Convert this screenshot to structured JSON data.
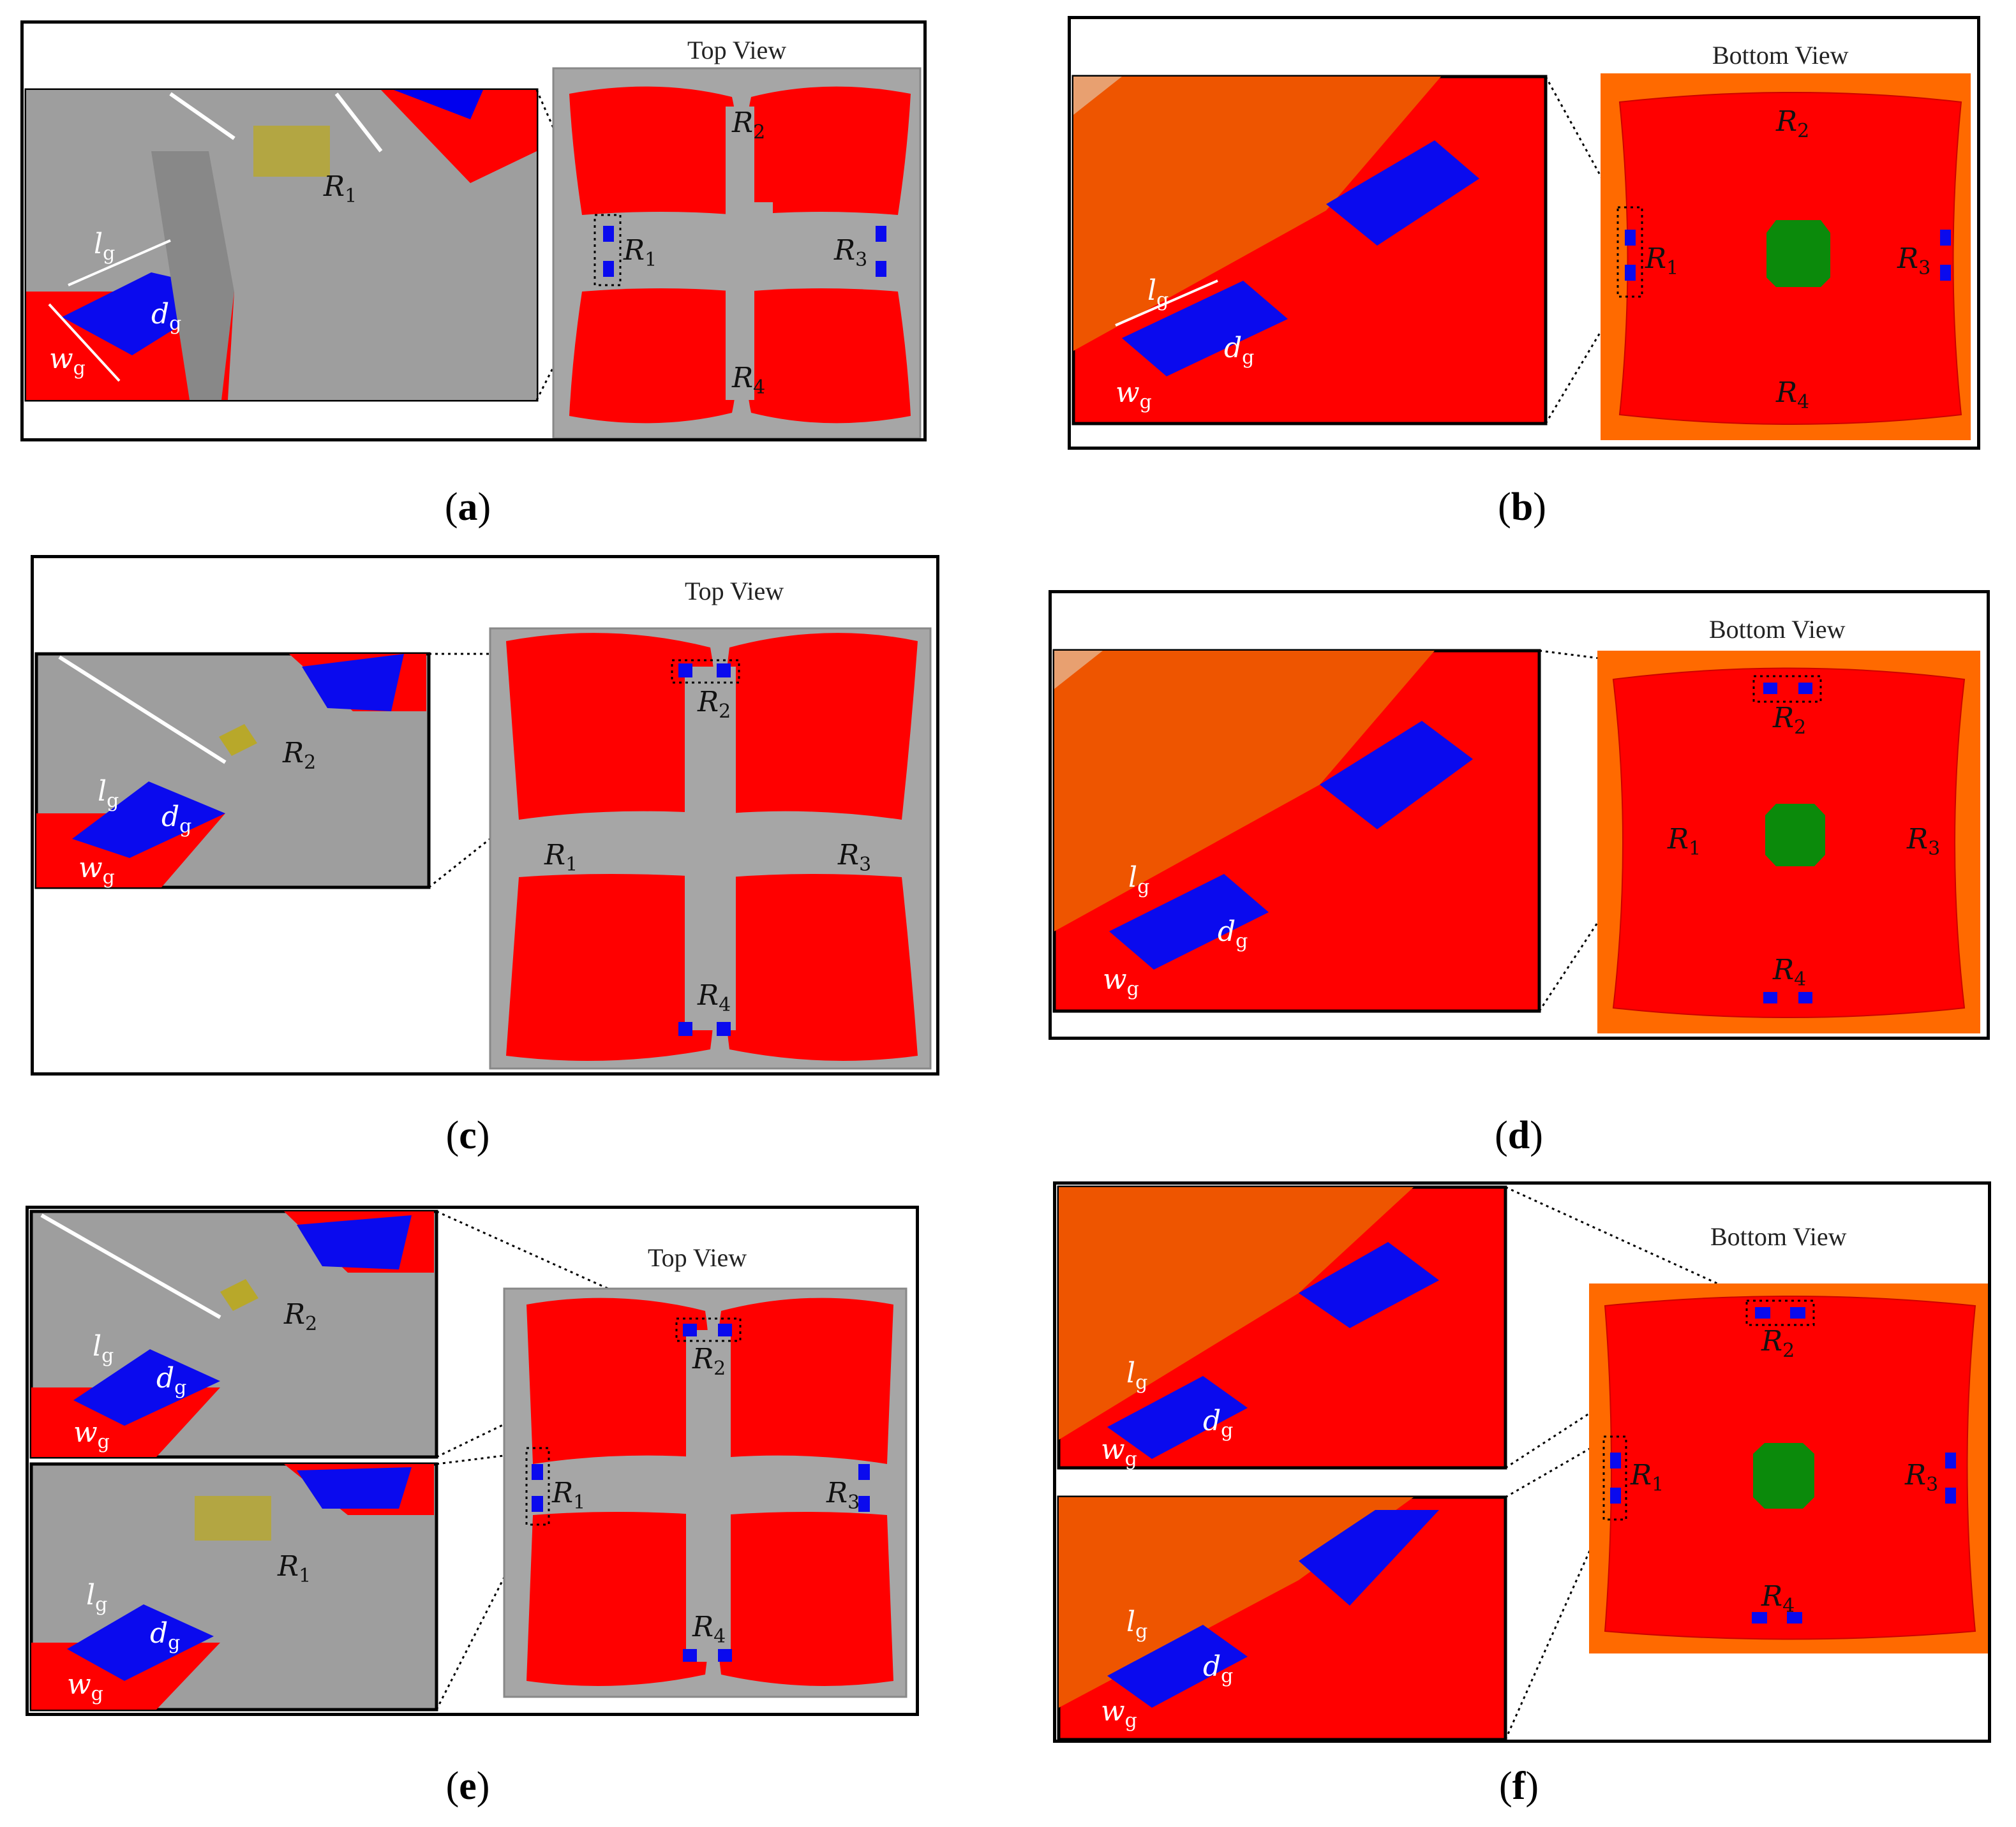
{
  "captions": {
    "a": "a",
    "b": "b",
    "c": "c",
    "d": "d",
    "e": "e",
    "f": "f"
  },
  "views": {
    "top": "Top View",
    "bottom": "Bottom View"
  },
  "resistors": {
    "r1": "R",
    "r2": "R",
    "r3": "R",
    "r4": "R",
    "s1": "1",
    "s2": "2",
    "s3": "3",
    "s4": "4"
  },
  "dims": {
    "l": "l",
    "w": "w",
    "d": "d",
    "sub": "g"
  },
  "colors": {
    "patch": "#ff0000",
    "substrate_top": "#a6a6a6",
    "substrate_bottom": "#ff6a00",
    "gap": "#1010ff",
    "center_pad": "#0b8a0b",
    "strain_gauge": "#b8a82a"
  }
}
